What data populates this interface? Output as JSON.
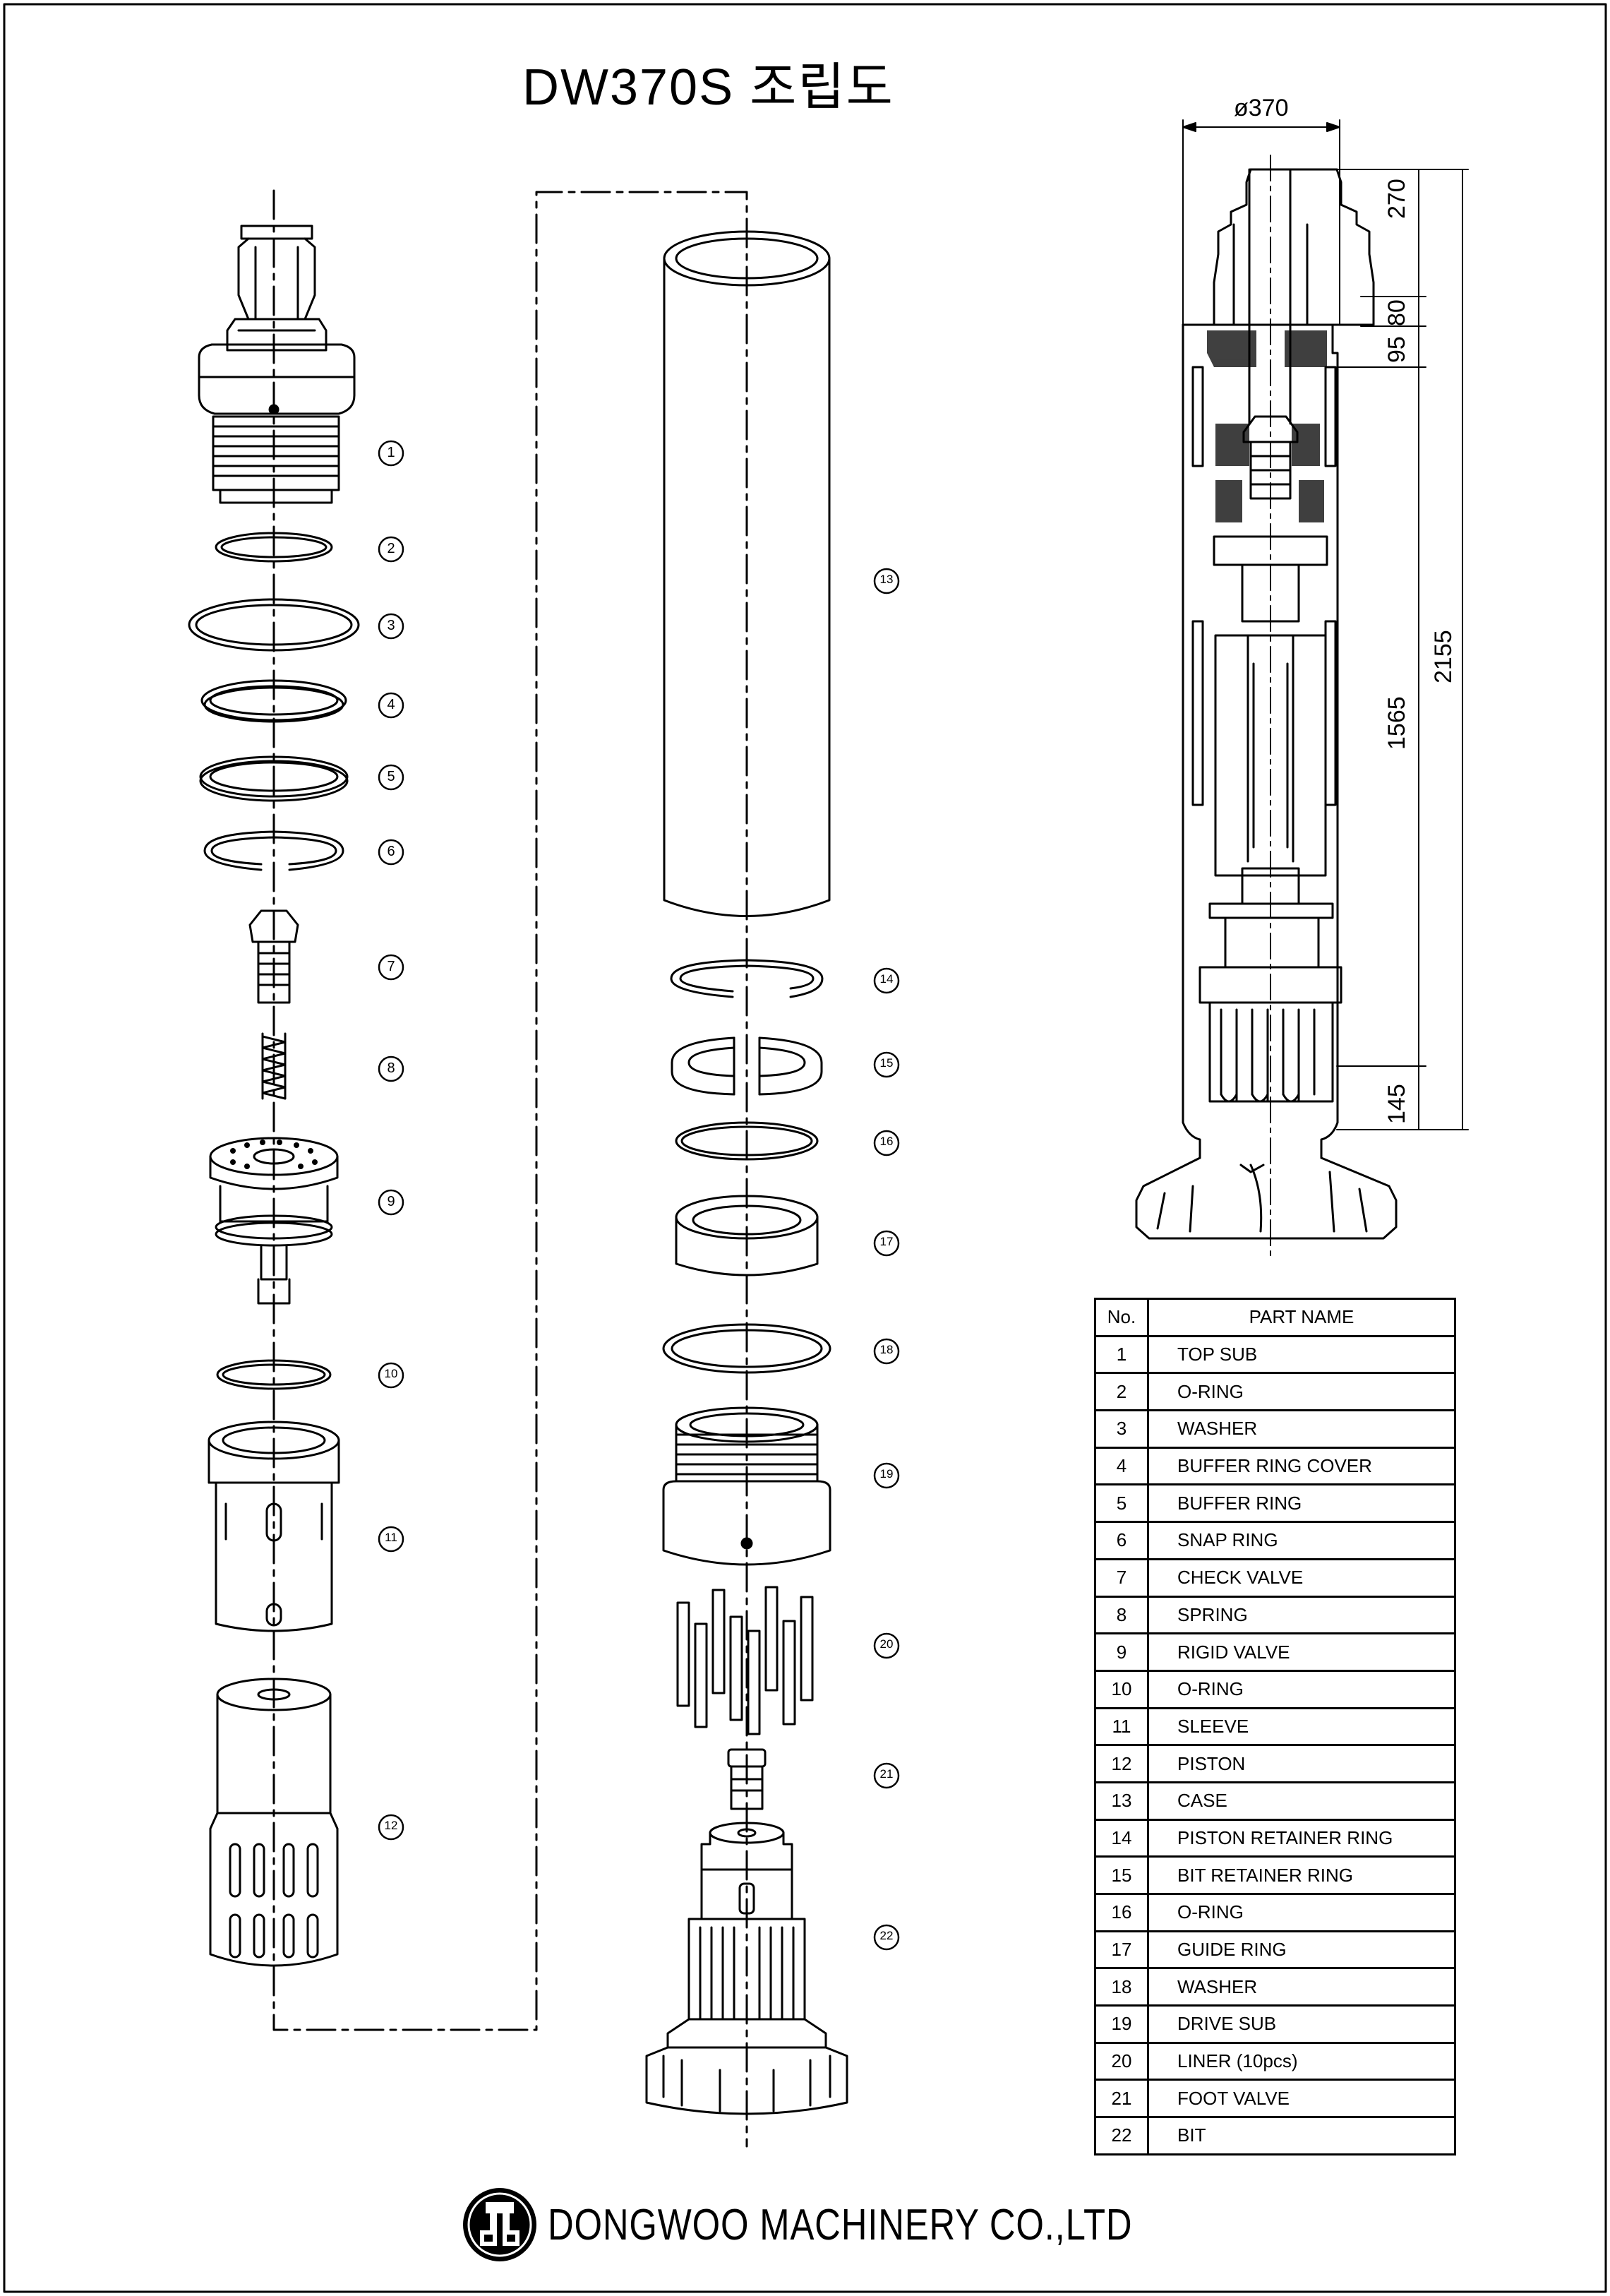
{
  "title": "DW370S 조립도",
  "callouts": [
    "1",
    "2",
    "3",
    "4",
    "5",
    "6",
    "7",
    "8",
    "9",
    "10",
    "11",
    "12",
    "13",
    "14",
    "15",
    "16",
    "17",
    "18",
    "19",
    "20",
    "21",
    "22"
  ],
  "dimensions": {
    "diameter": "ø370",
    "d270": "270",
    "d80": "80",
    "d95": "95",
    "d2155": "2155",
    "d1565": "1565",
    "d145": "145"
  },
  "parts_table": {
    "headers": {
      "no": "No.",
      "name": "PART NAME"
    },
    "rows": [
      {
        "no": "1",
        "name": "TOP SUB"
      },
      {
        "no": "2",
        "name": "O-RING"
      },
      {
        "no": "3",
        "name": "WASHER"
      },
      {
        "no": "4",
        "name": "BUFFER RING COVER"
      },
      {
        "no": "5",
        "name": "BUFFER RING"
      },
      {
        "no": "6",
        "name": "SNAP RING"
      },
      {
        "no": "7",
        "name": "CHECK VALVE"
      },
      {
        "no": "8",
        "name": "SPRING"
      },
      {
        "no": "9",
        "name": "RIGID VALVE"
      },
      {
        "no": "10",
        "name": "O-RING"
      },
      {
        "no": "11",
        "name": "SLEEVE"
      },
      {
        "no": "12",
        "name": "PISTON"
      },
      {
        "no": "13",
        "name": "CASE"
      },
      {
        "no": "14",
        "name": "PISTON RETAINER RING"
      },
      {
        "no": "15",
        "name": "BIT RETAINER RING"
      },
      {
        "no": "16",
        "name": "O-RING"
      },
      {
        "no": "17",
        "name": "GUIDE RING"
      },
      {
        "no": "18",
        "name": "WASHER"
      },
      {
        "no": "19",
        "name": "DRIVE SUB"
      },
      {
        "no": "20",
        "name": "LINER (10pcs)"
      },
      {
        "no": "21",
        "name": "FOOT VALVE"
      },
      {
        "no": "22",
        "name": "BIT"
      }
    ]
  },
  "footer": {
    "company": "DONGWOO MACHINERY CO.,LTD"
  },
  "colors": {
    "ink": "#000000",
    "paper": "#ffffff"
  }
}
